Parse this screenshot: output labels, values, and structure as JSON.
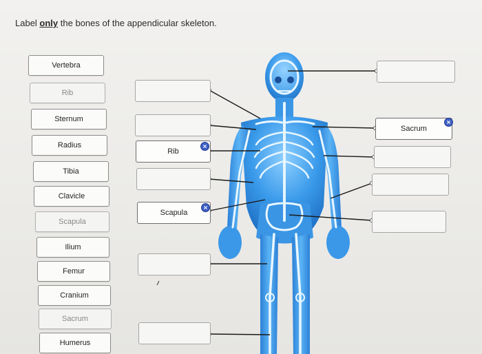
{
  "instruction": {
    "before": "Label ",
    "emphasis": "only",
    "after": " the bones of the appendicular skeleton."
  },
  "word_bank": [
    {
      "label": "Vertebra"
    },
    {
      "label": "Rib"
    },
    {
      "label": "Sternum"
    },
    {
      "label": "Radius"
    },
    {
      "label": "Tibia"
    },
    {
      "label": "Clavicle"
    },
    {
      "label": "Scapula"
    },
    {
      "label": "Ilium"
    },
    {
      "label": "Femur"
    },
    {
      "label": "Cranium"
    },
    {
      "label": "Sacrum"
    },
    {
      "label": "Humerus"
    }
  ],
  "targets": {
    "left": [
      {
        "label": ""
      },
      {
        "label": ""
      },
      {
        "label": "Rib"
      },
      {
        "label": ""
      },
      {
        "label": "Scapula"
      },
      {
        "label": ""
      },
      {
        "label": ""
      }
    ],
    "right": [
      {
        "label": ""
      },
      {
        "label": "Sacrum"
      },
      {
        "label": ""
      },
      {
        "label": ""
      },
      {
        "label": ""
      }
    ]
  },
  "colors": {
    "skeleton": "#2f8fe0",
    "badge": "#3d5fc4",
    "leader_line": "#1a1a1a"
  }
}
